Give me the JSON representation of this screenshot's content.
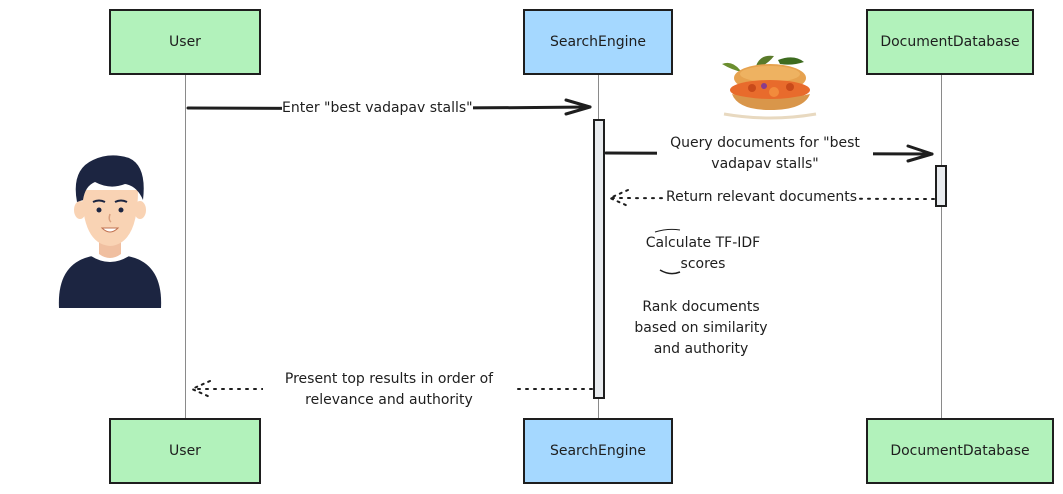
{
  "participants": {
    "user": "User",
    "search_engine": "SearchEngine",
    "document_database": "DocumentDatabase"
  },
  "messages": {
    "enter_query": "Enter \"best vadapav stalls\"",
    "query_documents_line1": "Query documents for \"best",
    "query_documents_line2": "vadapav stalls\"",
    "return_documents": "Return relevant documents",
    "present_results_line1": "Present top results in order of",
    "present_results_line2": "relevance and authority"
  },
  "notes": {
    "calculate_line1": "Calculate TF-IDF",
    "calculate_line2": "scores",
    "rank_line1": "Rank documents",
    "rank_line2": "based on similarity",
    "rank_line3": "and authority"
  },
  "icons": {
    "user_avatar": "person-avatar-icon",
    "food_image": "vadapav-icon"
  },
  "colors": {
    "actor_green": "#b2f2bb",
    "actor_blue": "#a5d8ff",
    "stroke": "#1e1e1e",
    "avatar_hair": "#1c2541",
    "avatar_shirt": "#1c2541",
    "avatar_skin": "#f9d3b4"
  }
}
